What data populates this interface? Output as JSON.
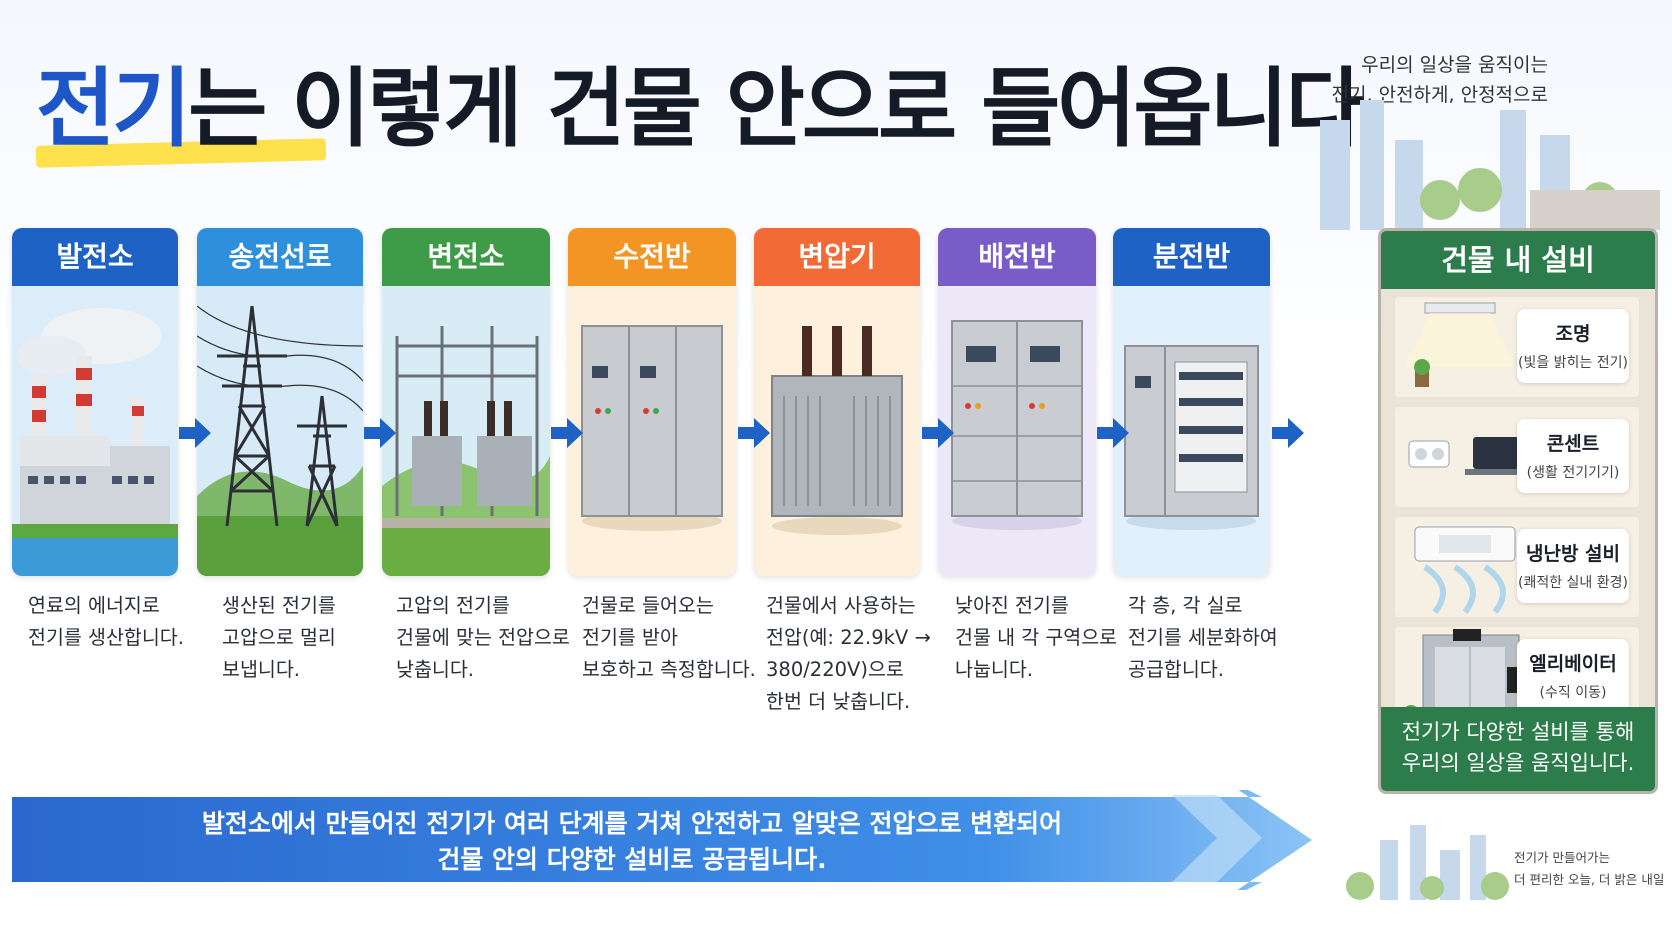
{
  "title": {
    "accent": "전기",
    "rest": "는 이렇게 건물 안으로 들어옵니다"
  },
  "tagline": [
    "우리의 일상을 움직이는",
    "전기, 안전하게, 안정적으로"
  ],
  "stages": [
    {
      "name": "발전소",
      "color": "#1f62c6",
      "desc": [
        "연료의 에너지로",
        "전기를 생산합니다."
      ]
    },
    {
      "name": "송전선로",
      "color": "#2e8fdc",
      "desc": [
        "생산된 전기를",
        "고압으로 멀리",
        "보냅니다."
      ]
    },
    {
      "name": "변전소",
      "color": "#3e9b48",
      "desc": [
        "고압의 전기를",
        "건물에 맞는 전압으로",
        "낮춥니다."
      ]
    },
    {
      "name": "수전반",
      "color": "#f39525",
      "desc": [
        "건물로 들어오는",
        "전기를 받아",
        "보호하고 측정합니다."
      ]
    },
    {
      "name": "변압기",
      "color": "#f26a35",
      "desc": [
        "건물에서 사용하는",
        "전압(예: 22.9kV →",
        "380/220V)으로",
        "한번 더 낮춥니다."
      ]
    },
    {
      "name": "배전반",
      "color": "#7a5cc9",
      "desc": [
        "낮아진 전기를",
        "건물 내 각 구역으로",
        "나눕니다."
      ]
    },
    {
      "name": "분전반",
      "color": "#1f62c6",
      "desc": [
        "각 층, 각 실로",
        "전기를 세분화하여",
        "공급합니다."
      ]
    }
  ],
  "building": {
    "title": "건물 내 설비",
    "color": "#2c7d4b",
    "items": [
      {
        "title": "조명",
        "sub": "(빛을 밝히는 전기)"
      },
      {
        "title": "콘센트",
        "sub": "(생활 전기기기)"
      },
      {
        "title": "냉난방 설비",
        "sub": "(쾌적한 실내 환경)"
      },
      {
        "title": "엘리베이터",
        "sub": "(수직 이동)"
      }
    ],
    "footer": [
      "전기가 다양한 설비를 통해",
      "우리의 일상을 움직입니다."
    ]
  },
  "banner": [
    "발전소에서 만들어진 전기가 여러 단계를 거쳐 안전하고 알맞은 전압으로 변환되어",
    "건물 안의 다양한 설비로 공급됩니다."
  ],
  "footnote": [
    "전기가 만들어가는",
    "더 편리한 오늘, 더 밝은 내일"
  ]
}
